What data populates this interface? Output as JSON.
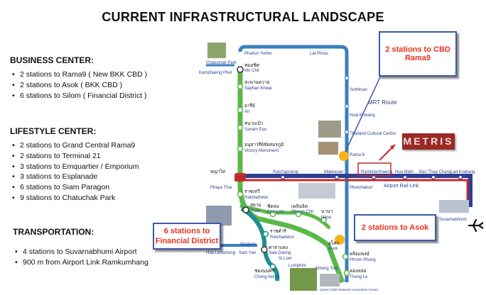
{
  "title": "CURRENT  INFRASTRUCTURAL LANDSCAPE",
  "business": {
    "heading": "BUSINESS CENTER:",
    "items": [
      "2 stations to Rama9 ( New BKK CBD )",
      "2 stations to Asok ( BKK CBD )",
      "6 stations to Silom ( Financial District )"
    ]
  },
  "lifestyle": {
    "heading": "LIFESTYLE CENTER:",
    "items": [
      "2 stations to Grand Central Rama9",
      "2 stations to Terminal 21",
      "3 stations to Emquartier / Emporium",
      "3 stations to Esplanade",
      "6 stations to Siam Paragon",
      "9 stations to Chatuchak Park"
    ]
  },
  "transportation": {
    "heading": "TRANSPORTATION:",
    "items": [
      "4 stations to Suvarnabhumi Airport",
      "900 m from Airport Link Ramkumhang"
    ]
  },
  "callouts": {
    "cbd": "2 stations to CBD Rama9",
    "asok": "2 stations to Asok",
    "financial": "6 stations to Financial District"
  },
  "logo": "METRIS",
  "map": {
    "stations": {
      "mochit_th": "หมอชิต",
      "mochit": "Mo Chit",
      "saphan_th": "สะพานควาย",
      "saphan": "Saphan Khwai",
      "ari_th": "อารีย์",
      "ari": "Ari",
      "sanampao_th": "สนามเป้า",
      "sanampao": "Sanam Pao",
      "victory_th": "อนุสาวรีย์ชัยสมรภูมิ",
      "victory": "Victory Monument",
      "phayathai_th": "พญาไท",
      "phayathai": "Phaya Thai",
      "ratchathewi_th": "ราชเทวี",
      "ratchathewi": "Ratchathewi",
      "siam_th": "สยาม",
      "siam": "Siam",
      "chitlom_th": "ชิดลม",
      "chitlom": "Chit Lom",
      "ploenchit_th": "เพลินจิต",
      "ploenchit": "Phloen Chit",
      "nana_th": "นานา",
      "nana": "Nana",
      "asok_th": "อโศก",
      "asok": "Asok",
      "phromphong_th": "พร้อมพงษ์",
      "phromphong": "Phrom Phong",
      "thonglo_th": "ทองหล่อ",
      "thonglo": "Thong Lo",
      "ratchadamri_th": "ราชดำริ",
      "ratchadamri": "Ratchadamri",
      "saladaeng_th": "ศาลาแดง",
      "saladaeng": "Sala Daeng",
      "chongnonsi_th": "ช่องนนทรี",
      "chongnonsi": "Chong Nonsi",
      "stadium": "Stadium",
      "ratchaprarop": "Ratchaprarop",
      "makkasan": "Makkasan",
      "ramkhamhaeng": "Ramkhamhaeng",
      "huamark": "Hua Mark",
      "banthapchang": "Ban Thap Chang",
      "latkrabang": "Lad Krabang",
      "suvarnabhumi": "Suvarnabhumi",
      "phahonyothin": "Phahon Yothin",
      "latphrao": "Lat Phrao",
      "sutthisan": "Sutthisan",
      "huaikhwang": "Huai Khwang",
      "thailandcultural": "Thailand Cultural Centre",
      "rama9": "Rama 9",
      "phetchaburi": "Phetchaburi",
      "chatuchak": "Chatuchak Park",
      "kamphaeng": "Kamphaeng Phet",
      "hualamphong": "Hua Lamphong",
      "samyan": "Sam Yan",
      "silom": "Si Lom",
      "lumphini": "Lumphini",
      "khlongtoei": "Khlong Toei",
      "qsncc": "Queen Sirikit National Convention Centre"
    },
    "airport_rail_link": "Airport Rail Link",
    "mrt_route": "MRT Route"
  },
  "colors": {
    "green_line": "#5bb848",
    "blue_line": "#3a7fc1",
    "red_line": "#c22a2f",
    "navy_line": "#2f3e8f",
    "teal_line": "#1e8e8e",
    "callout_text": "#e8321e",
    "callout_border": "#3d5aa8",
    "marker": "#f7b21b",
    "logo_bg": "#9a2a25"
  }
}
